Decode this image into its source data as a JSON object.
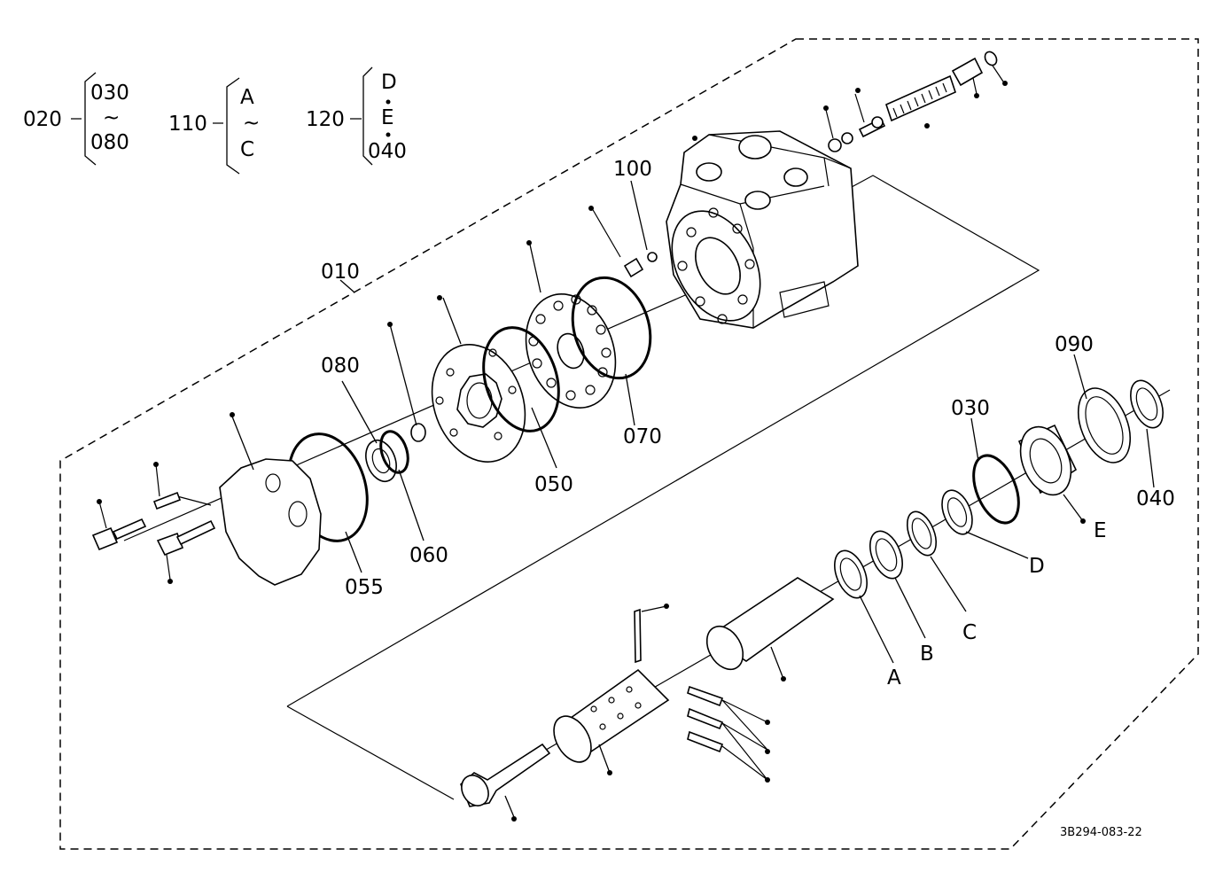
{
  "legend": {
    "g020": {
      "num": "020",
      "top": "030",
      "tilde": "~",
      "bottom": "080"
    },
    "g110": {
      "num": "110",
      "top": "A",
      "tilde": "~",
      "bottom": "C"
    },
    "g120": {
      "num": "120",
      "top": "D",
      "mid": "E",
      "bottom": "040"
    }
  },
  "labels": {
    "p010": "010",
    "p100": "100",
    "p080": "080",
    "p050": "050",
    "p070": "070",
    "p060": "060",
    "p055": "055",
    "p090": "090",
    "p030": "030",
    "p040": "040",
    "pA": "A",
    "pB": "B",
    "pC": "C",
    "pD": "D",
    "pE": "E"
  },
  "drawing_code": "3B294-083-22"
}
